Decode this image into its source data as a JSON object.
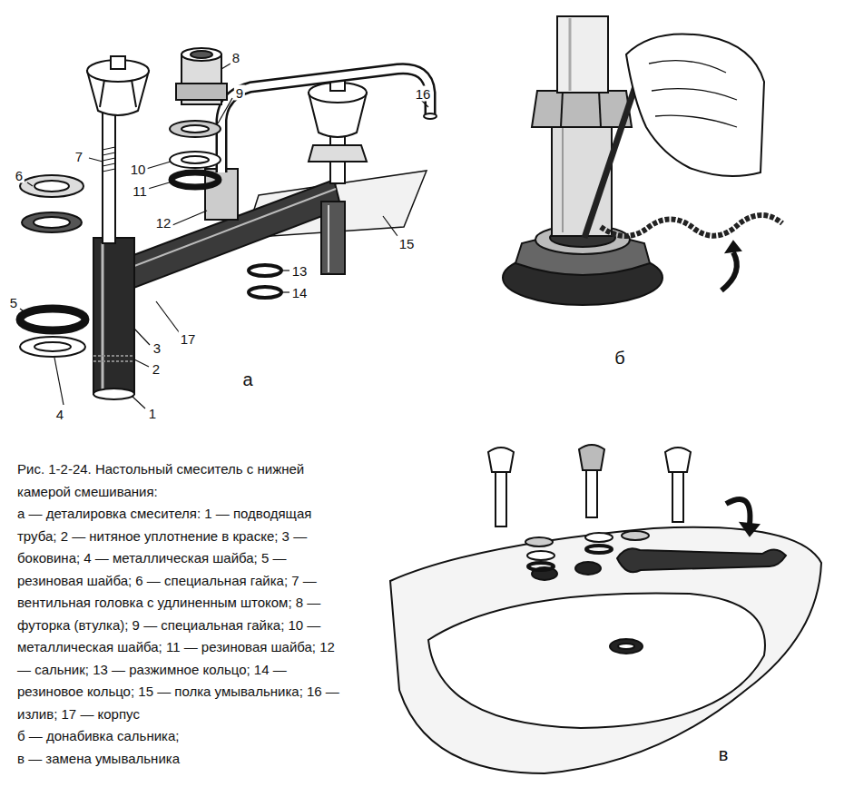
{
  "diagram": {
    "caption": "Рис. 1-2-24. Настольный смеситель с нижней камерой смешивания:",
    "labels": [
      "1",
      "2",
      "3",
      "4",
      "5",
      "6",
      "7",
      "8",
      "9",
      "10",
      "11",
      "12",
      "13",
      "14",
      "15",
      "16",
      "17",
      "а",
      "б",
      "в",
      "а — деталировка смесителя: 1 — подводящая труба; 2 — нитяное уплотнение в краске; 3 — боковина; 4 — металлическая шайба; 5 — резиновая шайба; 6 — специальная гайка; 7 — вентильная головка с удлиненным штоком; 8 — футорка (втулка); 9 — специальная гайка; 10 — металлическая шайба; 11 — резиновая шайба; 12 — сальник; 13 — разжимное кольцо; 14 — резиновое кольцо; 15 — полка умывальника; 16 — излив; 17 — корпус",
      "б — донабивка сальника;",
      "в — замена умывальника"
    ]
  }
}
